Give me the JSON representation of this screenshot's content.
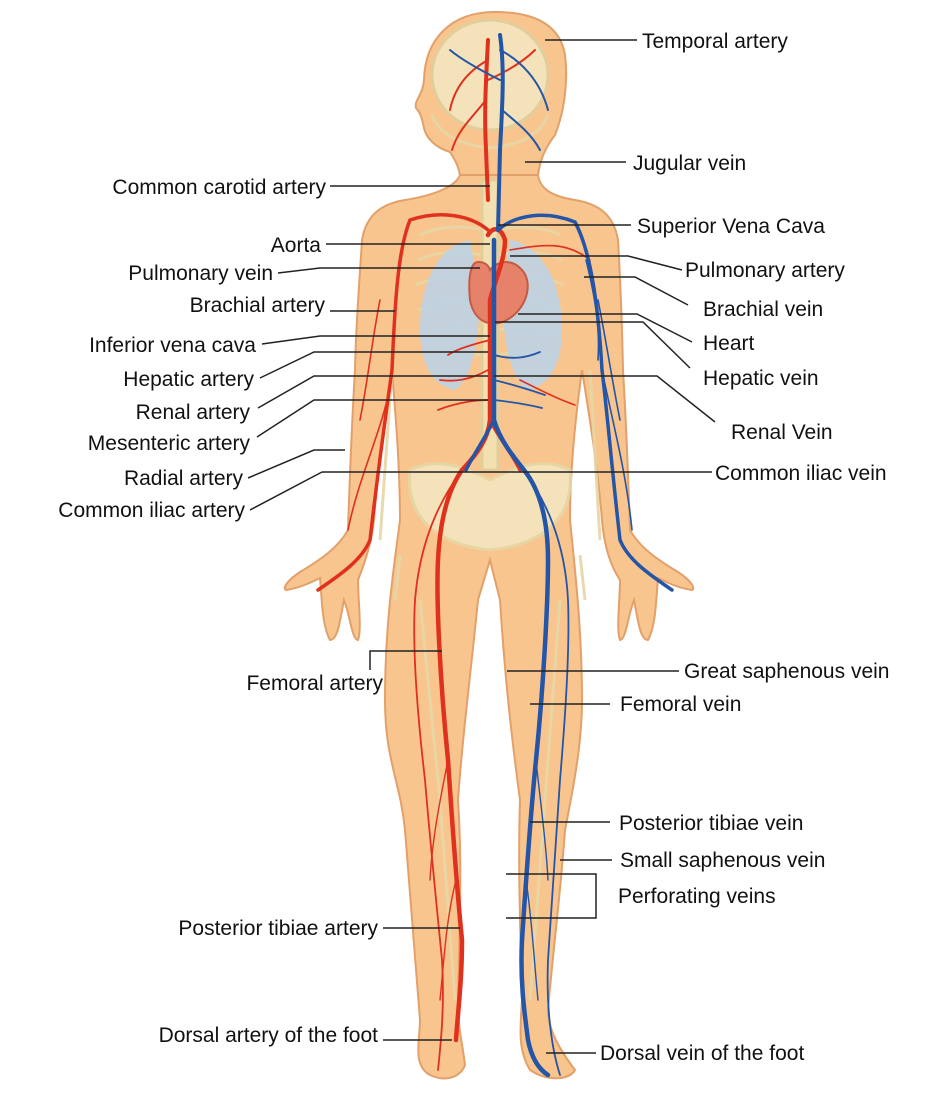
{
  "labels": {
    "temporal_artery": "Temporal artery",
    "jugular_vein": "Jugular vein",
    "common_carotid_artery": "Common carotid artery",
    "superior_vena_cava": "Superior Vena Cava",
    "aorta": "Aorta",
    "pulmonary_vein": "Pulmonary vein",
    "pulmonary_artery": "Pulmonary artery",
    "brachial_artery": "Brachial artery",
    "brachial_vein": "Brachial vein",
    "inferior_vena_cava": "Inferior vena cava",
    "heart": "Heart",
    "hepatic_artery": "Hepatic artery",
    "hepatic_vein": "Hepatic vein",
    "renal_artery": "Renal artery",
    "renal_vein": "Renal Vein",
    "mesenteric_artery": "Mesenteric artery",
    "radial_artery": "Radial artery",
    "common_iliac_vein": "Common iliac vein",
    "common_iliac_artery": "Common iliac artery",
    "great_saphenous_vein": "Great saphenous vein",
    "femoral_artery": "Femoral artery",
    "femoral_vein": "Femoral vein",
    "posterior_tibiae_vein": "Posterior tibiae vein",
    "small_saphenous_vein": "Small saphenous vein",
    "perforating_veins": "Perforating veins",
    "posterior_tibiae_artery": "Posterior tibiae artery",
    "dorsal_artery_foot": "Dorsal artery of the foot",
    "dorsal_vein_foot": "Dorsal vein of the foot"
  },
  "colors": {
    "skin": "#f9c58f",
    "skin_outline": "#e2a06a",
    "bone": "#efe4bd",
    "artery": "#e0301e",
    "vein": "#2455a6",
    "lung": "#b9d2ea",
    "heart": "#e7826a",
    "leader": "#222222"
  }
}
